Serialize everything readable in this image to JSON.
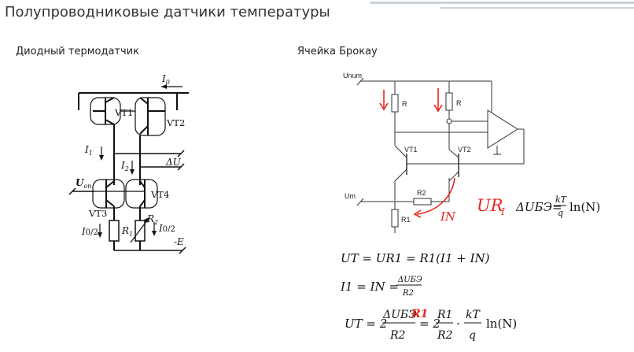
{
  "slide": {
    "title": "Полупроводниковые датчики температуры",
    "left_heading": "Диодный термодатчик",
    "right_heading": "Ячейка Брокау",
    "accent_color": "#8fa7b8"
  },
  "diode_circuit": {
    "I0": "I",
    "I0_sub": "0",
    "VT1": "VT1",
    "VT2": "VT2",
    "I1": "I",
    "I1_sub": "1",
    "I2": "I",
    "I2_sub": "2",
    "dU": "ΔU",
    "Uop": "U",
    "Uop_sub": "оп",
    "VT3": "VT3",
    "VT4": "VT4",
    "R2": "R",
    "R2_sub": "2",
    "R1": "R",
    "R1_sub": "1",
    "I0_2_left": "I",
    "I0_2_left_tail": "0/2",
    "I0_2_right": "I",
    "I0_2_right_tail": "0/2",
    "minusE": "-E"
  },
  "brokaw_circuit": {
    "Unum": "Unum",
    "Um": "Um",
    "R_left": "R",
    "R_right": "R",
    "VT1": "VT1",
    "VT2": "VT2",
    "R2": "R2",
    "R1": "R1",
    "ink_color": "#e8271d",
    "ink_in": "IN",
    "ink_ur": "UR",
    "ink_ur_sub": "I"
  },
  "formulas": {
    "f0_rhs": "ΔUБЭ= ",
    "f0_frac_num": "kT",
    "f0_frac_den": "q",
    "f0_tail": "ln(N)",
    "f1": "UT = UR1 = R1(I1 + IN)",
    "f2_lhs": "I1 = IN = ",
    "f2_num": "ΔUБЭ",
    "f2_den": "R2",
    "f3_lhs": "UT = 2",
    "f3_num1": "ΔUБЭ",
    "f3_den1": "R2",
    "f3_mid": "= 2",
    "f3_num2": "R1",
    "f3_den2": "R2",
    "f3_dot": "·",
    "f3_num3": "kT",
    "f3_den3": "q",
    "f3_tail": "ln(N)",
    "ink_r1": "R1"
  }
}
